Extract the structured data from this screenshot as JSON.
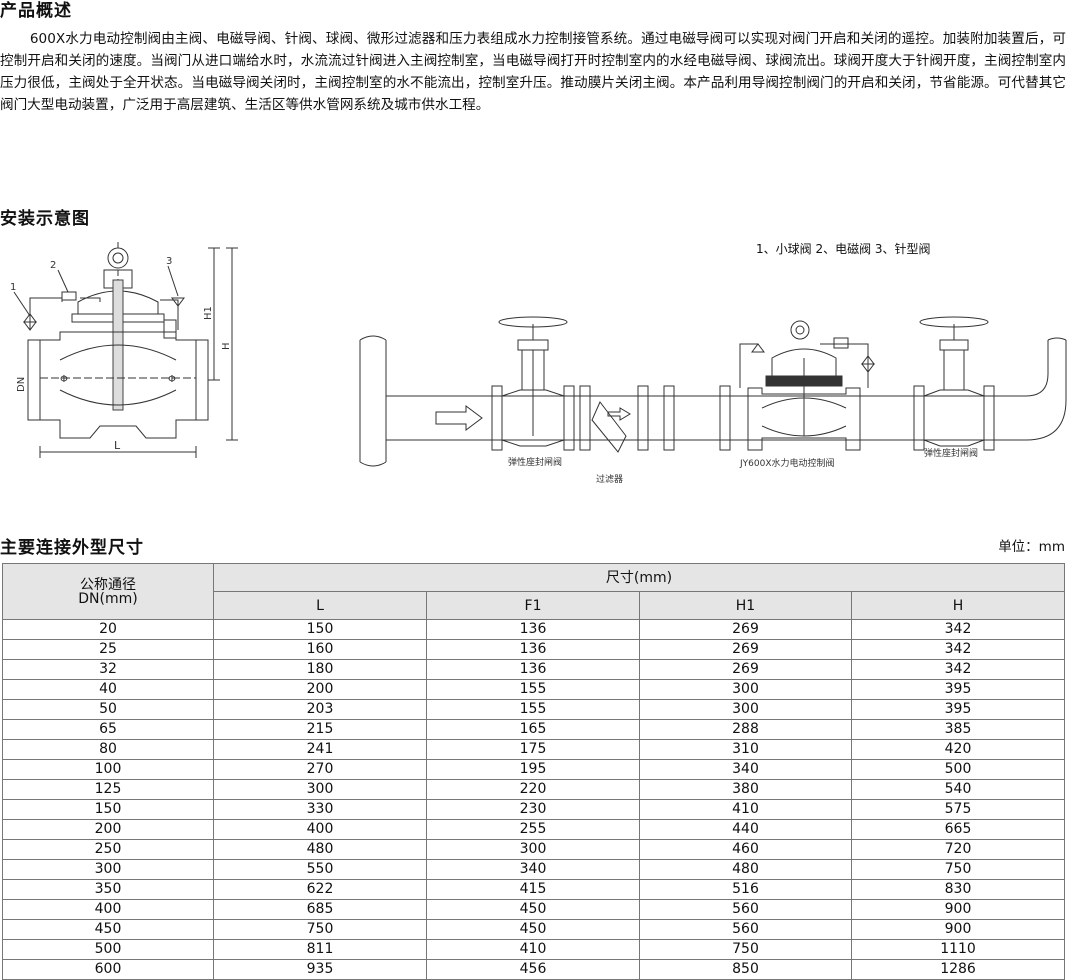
{
  "overview": {
    "title": "产品概述",
    "body": "600X水力电动控制阀由主阀、电磁导阀、针阀、球阀、微形过滤器和压力表组成水力控制接管系统。通过电磁导阀可以实现对阀门开启和关闭的遥控。加装附加装置后，可控制开启和关闭的速度。当阀门从进口端给水时，水流流过针阀进入主阀控制室，当电磁导阀打开时控制室内的水经电磁导阀、球阀流出。球阀开度大于针阀开度，主阀控制室内压力很低，主阀处于全开状态。当电磁导阀关闭时，主阀控制室的水不能流出，控制室升压。推动膜片关闭主阀。本产品利用导阀控制阀门的开启和关闭，节省能源。可代替其它阀门大型电动装置，广泛用于高层建筑、生活区等供水管网系统及城市供水工程。"
  },
  "installation": {
    "title": "安装示意图",
    "legend": "1、小球阀 2、电磁阀 3、针型阀",
    "left_drawing": {
      "callouts": [
        "1",
        "2",
        "3"
      ],
      "dims": [
        "DN",
        "L",
        "H1",
        "H"
      ]
    },
    "right_drawing": {
      "gate_valve_left": "弹性座封闸阀",
      "filter": "过滤器",
      "control_valve": "JY600X水力电动控制阀",
      "gate_valve_right": "弹性座封闸阀"
    }
  },
  "dimensions": {
    "title": "主要连接外型尺寸",
    "unit": "单位：mm",
    "header_dn_line1": "公称通径",
    "header_dn_line2": "DN(mm)",
    "header_size": "尺寸(mm)",
    "columns": [
      "L",
      "F1",
      "H1",
      "H"
    ],
    "rows": [
      [
        "20",
        "150",
        "136",
        "269",
        "342"
      ],
      [
        "25",
        "160",
        "136",
        "269",
        "342"
      ],
      [
        "32",
        "180",
        "136",
        "269",
        "342"
      ],
      [
        "40",
        "200",
        "155",
        "300",
        "395"
      ],
      [
        "50",
        "203",
        "155",
        "300",
        "395"
      ],
      [
        "65",
        "215",
        "165",
        "288",
        "385"
      ],
      [
        "80",
        "241",
        "175",
        "310",
        "420"
      ],
      [
        "100",
        "270",
        "195",
        "340",
        "500"
      ],
      [
        "125",
        "300",
        "220",
        "380",
        "540"
      ],
      [
        "150",
        "330",
        "230",
        "410",
        "575"
      ],
      [
        "200",
        "400",
        "255",
        "440",
        "665"
      ],
      [
        "250",
        "480",
        "300",
        "460",
        "720"
      ],
      [
        "300",
        "550",
        "340",
        "480",
        "750"
      ],
      [
        "350",
        "622",
        "415",
        "516",
        "830"
      ],
      [
        "400",
        "685",
        "450",
        "560",
        "900"
      ],
      [
        "450",
        "750",
        "450",
        "560",
        "900"
      ],
      [
        "500",
        "811",
        "410",
        "750",
        "1110"
      ],
      [
        "600",
        "935",
        "456",
        "850",
        "1286"
      ]
    ]
  }
}
